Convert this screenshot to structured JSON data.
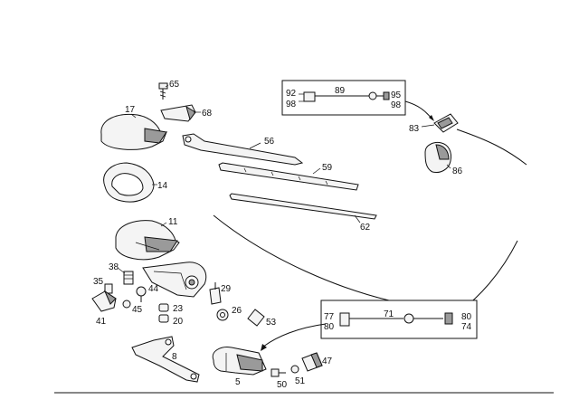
{
  "labels": {
    "l65": "65",
    "l68": "68",
    "l17": "17",
    "l56": "56",
    "l59": "59",
    "l14": "14",
    "l62": "62",
    "l11": "11",
    "l38": "38",
    "l35": "35",
    "l44": "44",
    "l29": "29",
    "l41": "41",
    "l45": "45",
    "l23": "23",
    "l20": "20",
    "l26": "26",
    "l53": "53",
    "l8": "8",
    "l5": "5",
    "l50": "50",
    "l51": "51",
    "l47": "47",
    "l83": "83",
    "l86": "86",
    "l92": "92",
    "l98a": "98",
    "l89": "89",
    "l95": "95",
    "l98b": "98",
    "l77": "77",
    "l80a": "80",
    "l71": "71",
    "l80b": "80",
    "l74": "74"
  },
  "colors": {
    "line": "#111111",
    "background": "#ffffff",
    "shade": "#9a9a9a"
  }
}
